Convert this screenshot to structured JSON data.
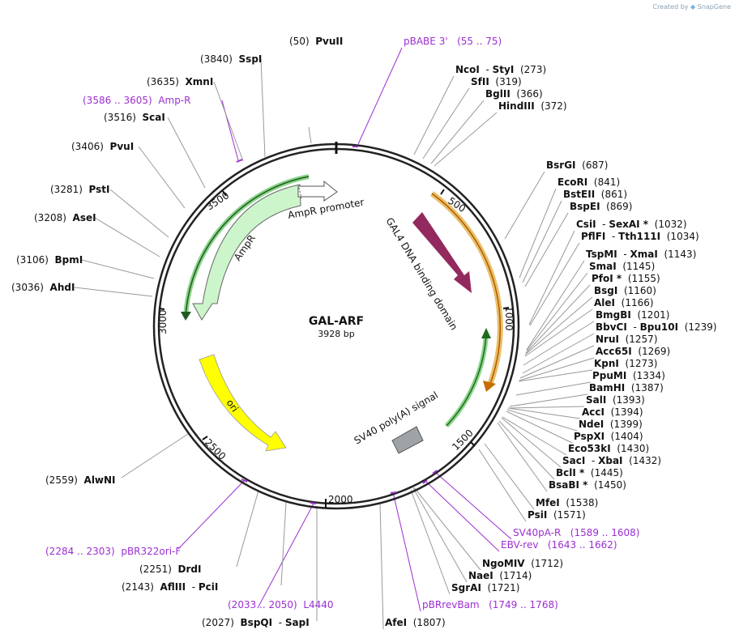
{
  "header": {
    "created_by": "Created by",
    "brand": "SnapGene"
  },
  "plasmid": {
    "name": "GAL-ARF",
    "length_label": "3928 bp",
    "total_bp": 3928
  },
  "scale_ticks": [
    "500",
    "1000",
    "1500",
    "2000",
    "2500",
    "3000",
    "3500"
  ],
  "features": {
    "gal4": {
      "label": "GAL4 DNA binding domain",
      "color": "#922a5e"
    },
    "sv40": {
      "label": "SV40 poly(A) signal",
      "color": "#9ea3a8"
    },
    "ori": {
      "label": "ori",
      "color": "#ffff00"
    },
    "ampr": {
      "label": "AmpR",
      "color": "#ccf5cc"
    },
    "ampr_promoter": {
      "label": "AmpR promoter",
      "color": "#ffffff"
    }
  },
  "site_labels": [
    {
      "pos": "(50)",
      "name": "PvuII"
    },
    {
      "name": "pBABE 3'",
      "range": "(55 .. 75)",
      "primer": true
    },
    {
      "name": "NcoI",
      "name2": "StyI",
      "pos": "(273)"
    },
    {
      "name": "SfII",
      "pos": "(319)"
    },
    {
      "name": "BglII",
      "pos": "(366)"
    },
    {
      "name": "HindIII",
      "pos": "(372)"
    },
    {
      "name": "BsrGI",
      "pos": "(687)"
    },
    {
      "name": "EcoRI",
      "pos": "(841)"
    },
    {
      "name": "BstEII",
      "pos": "(861)"
    },
    {
      "name": "BspEI",
      "pos": "(869)"
    },
    {
      "name": "CsiI",
      "name2": "SexAI *",
      "pos": "(1032)"
    },
    {
      "name": "PflFI",
      "name2": "Tth111I",
      "pos": "(1034)"
    },
    {
      "name": "TspMI",
      "name2": "XmaI",
      "pos": "(1143)"
    },
    {
      "name": "SmaI",
      "pos": "(1145)"
    },
    {
      "name": "PfoI *",
      "pos": "(1155)"
    },
    {
      "name": "BsgI",
      "pos": "(1160)"
    },
    {
      "name": "AleI",
      "pos": "(1166)"
    },
    {
      "name": "BmgBI",
      "pos": "(1201)"
    },
    {
      "name": "BbvCI",
      "name2": "Bpu10I",
      "pos": "(1239)"
    },
    {
      "name": "NruI",
      "pos": "(1257)"
    },
    {
      "name": "Acc65I",
      "pos": "(1269)"
    },
    {
      "name": "KpnI",
      "pos": "(1273)"
    },
    {
      "name": "PpuMI",
      "pos": "(1334)"
    },
    {
      "name": "BamHI",
      "pos": "(1387)"
    },
    {
      "name": "SalI",
      "pos": "(1393)"
    },
    {
      "name": "AccI",
      "pos": "(1394)"
    },
    {
      "name": "NdeI",
      "pos": "(1399)"
    },
    {
      "name": "PspXI",
      "pos": "(1404)"
    },
    {
      "name": "Eco53kI",
      "pos": "(1430)"
    },
    {
      "name": "SacI",
      "name2": "XbaI",
      "pos": "(1432)"
    },
    {
      "name": "BclI *",
      "pos": "(1445)"
    },
    {
      "name": "BsaBI *",
      "pos": "(1450)"
    },
    {
      "name": "MfeI",
      "pos": "(1538)"
    },
    {
      "name": "PsiI",
      "pos": "(1571)"
    },
    {
      "name": "SV40pA-R",
      "range": "(1589 .. 1608)",
      "primer": true
    },
    {
      "name": "EBV-rev",
      "range": "(1643 .. 1662)",
      "primer": true
    },
    {
      "name": "NgoMIV",
      "pos": "(1712)"
    },
    {
      "name": "NaeI",
      "pos": "(1714)"
    },
    {
      "name": "SgrAI",
      "pos": "(1721)"
    },
    {
      "name": "pBRrevBam",
      "range": "(1749 .. 1768)",
      "primer": true
    },
    {
      "name": "AfeI",
      "pos": "(1807)"
    },
    {
      "pos": "(2027)",
      "name": "BspQI",
      "name2": "SapI"
    },
    {
      "name": "L4440",
      "range": "(2033 .. 2050)",
      "primer": true
    },
    {
      "pos": "(2143)",
      "name": "AflIII",
      "name2": "PciI"
    },
    {
      "pos": "(2251)",
      "name": "DrdI"
    },
    {
      "name": "pBR322ori-F",
      "range": "(2284 .. 2303)",
      "primer": true
    },
    {
      "pos": "(2559)",
      "name": "AlwNI"
    },
    {
      "pos": "(3036)",
      "name": "AhdI"
    },
    {
      "pos": "(3106)",
      "name": "BpmI"
    },
    {
      "pos": "(3208)",
      "name": "AseI"
    },
    {
      "pos": "(3281)",
      "name": "PstI"
    },
    {
      "pos": "(3406)",
      "name": "PvuI"
    },
    {
      "pos": "(3516)",
      "name": "ScaI"
    },
    {
      "name": "Amp-R",
      "range": "(3586 .. 3605)",
      "primer": true
    },
    {
      "pos": "(3635)",
      "name": "XmnI"
    },
    {
      "pos": "(3840)",
      "name": "SspI"
    }
  ]
}
